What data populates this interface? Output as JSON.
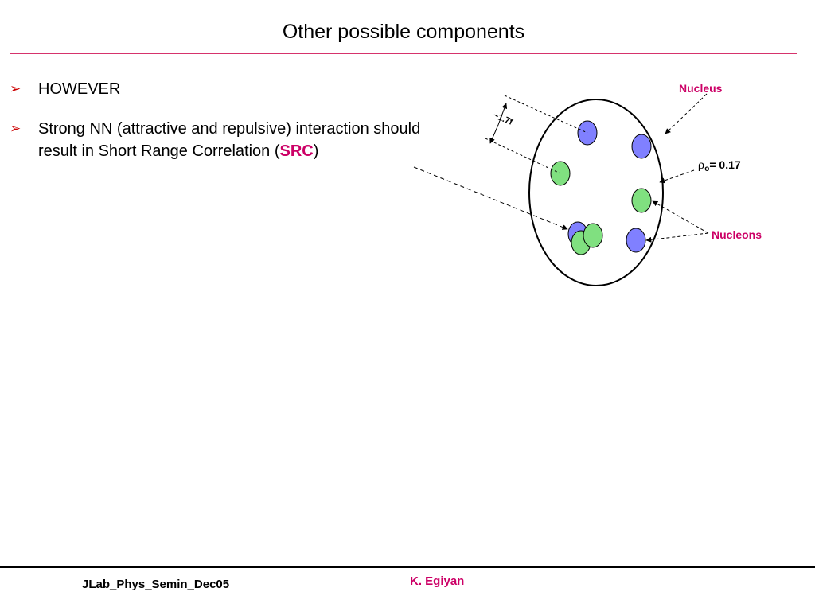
{
  "title": "Other possible components",
  "bullets": [
    {
      "text": "HOWEVER"
    },
    {
      "text_before": "Strong NN (attractive and repulsive) interaction should result in Short Range Correlation (",
      "highlight": "SRC",
      "text_after": ")"
    }
  ],
  "diagram": {
    "nucleus_label": "Nucleus",
    "density_symbol": "ρ",
    "density_subscript": "o",
    "density_value": "= 0.17",
    "nucleons_label": "Nucleons",
    "spacing_label": "~1.7f",
    "colors": {
      "proton": "#8080ff",
      "neutron": "#80e080",
      "label": "#cc0066",
      "bullet": "#cc0000"
    }
  },
  "footer": {
    "left": "JLab_Phys_Semin_Dec05",
    "right": "K. Egiyan"
  }
}
